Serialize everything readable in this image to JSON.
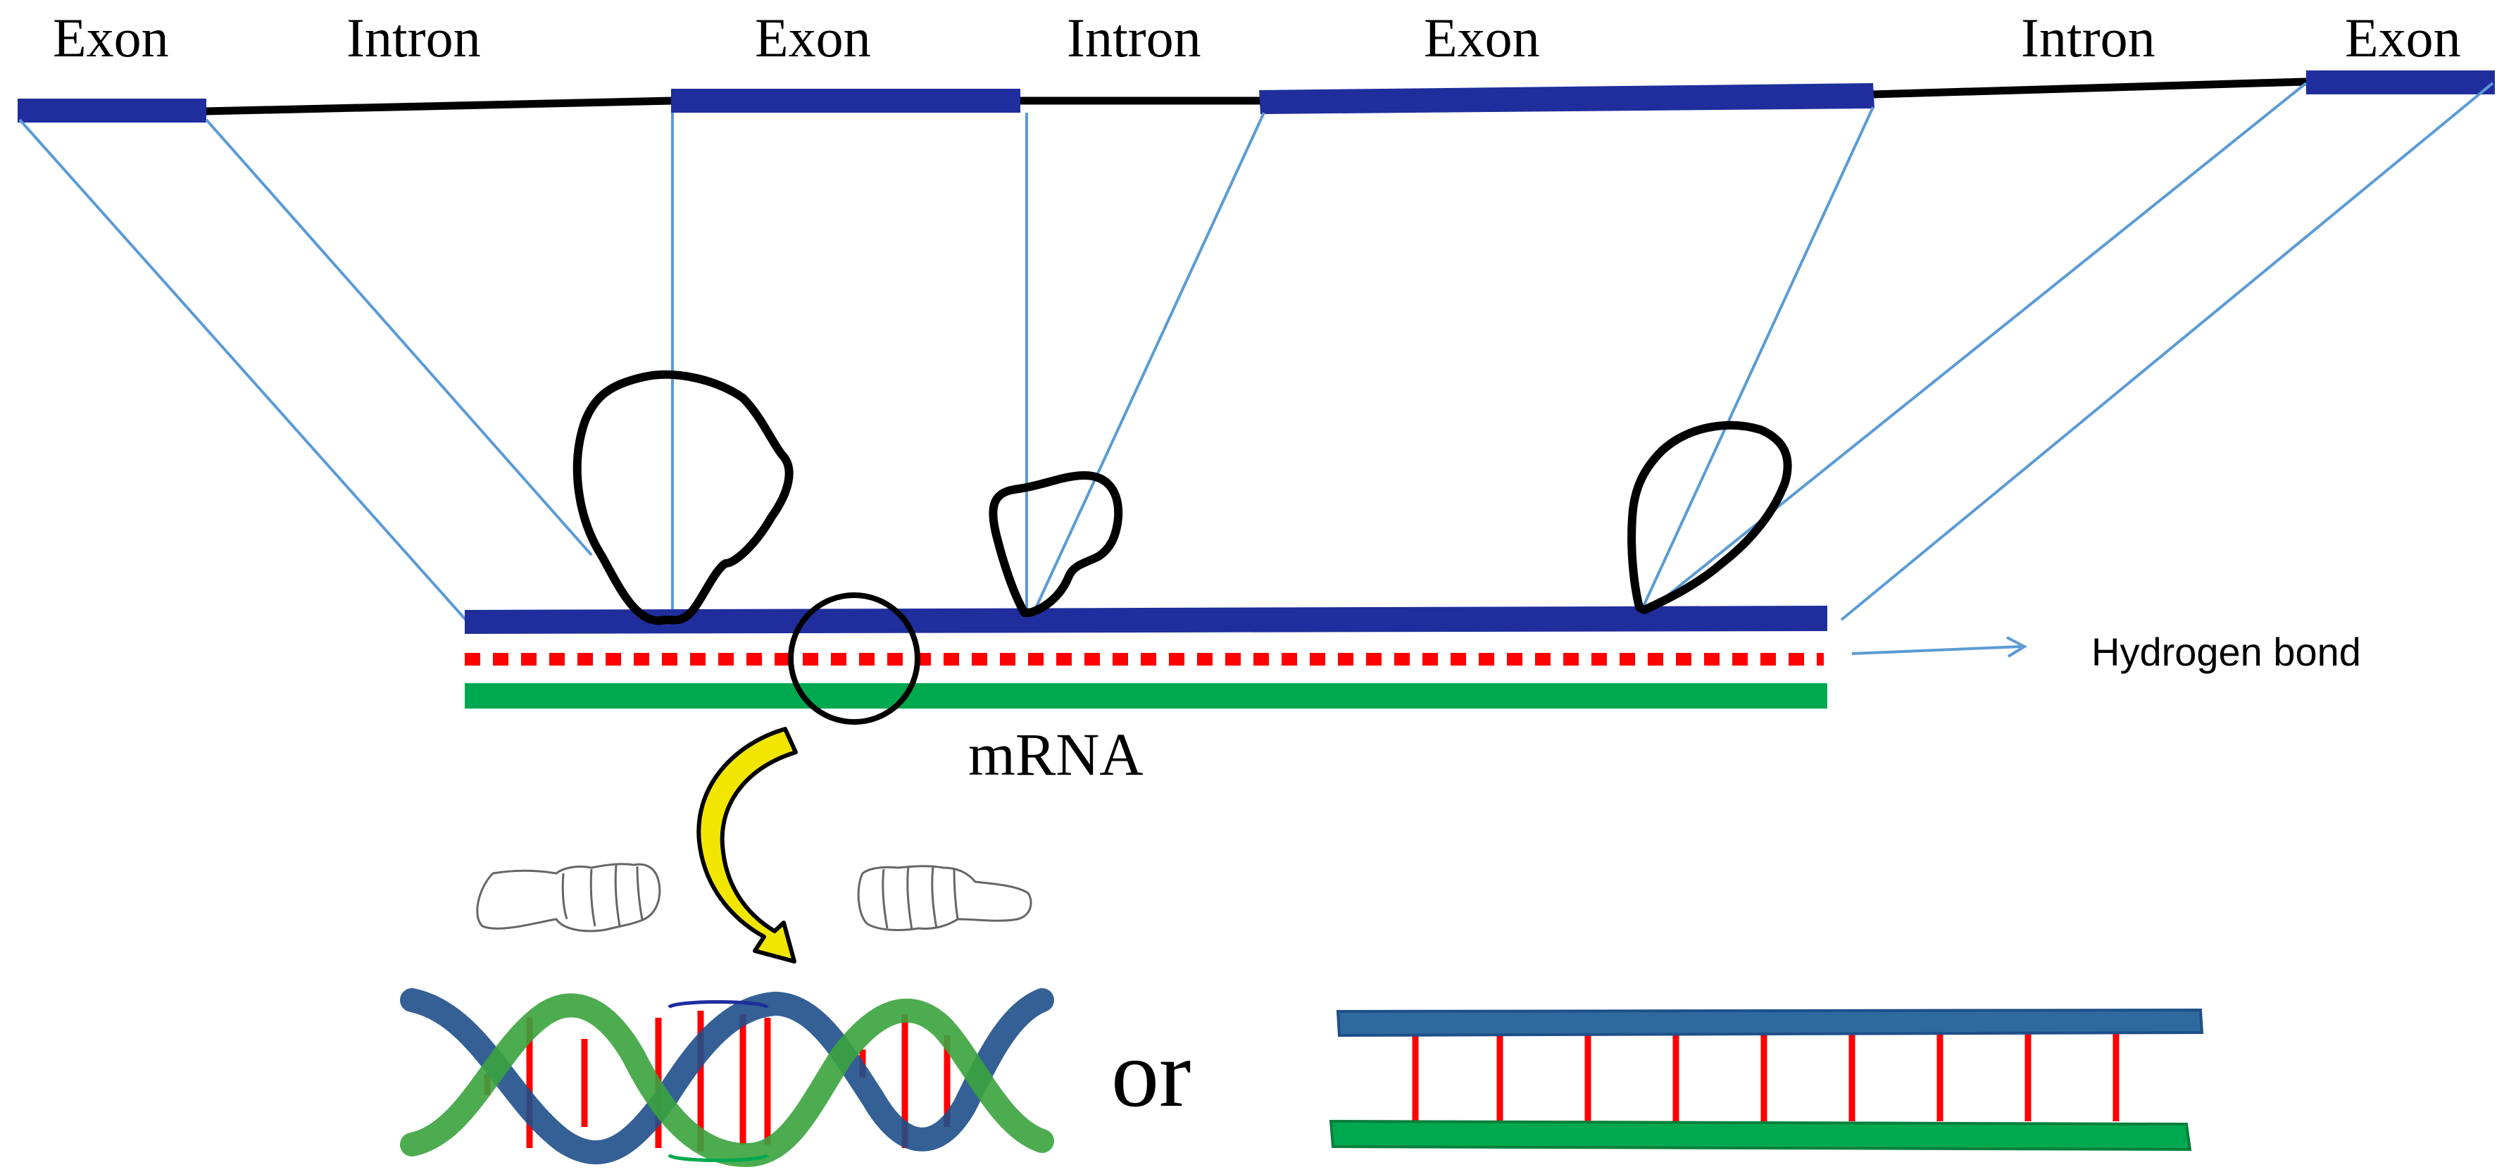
{
  "gene": {
    "segments": [
      {
        "id": "exon-1",
        "label": "Exon"
      },
      {
        "id": "intron-1",
        "label": "Intron"
      },
      {
        "id": "exon-2",
        "label": "Exon"
      },
      {
        "id": "intron-2",
        "label": "Intron"
      },
      {
        "id": "exon-3",
        "label": "Exon"
      },
      {
        "id": "intron-3",
        "label": "Intron"
      },
      {
        "id": "exon-4",
        "label": "Exon"
      }
    ]
  },
  "labels": {
    "hydrogen_bond": "Hydrogen bond",
    "mrna": "mRNA",
    "or": "or"
  },
  "colors": {
    "exon": "#1f2e9c",
    "intron": "#000000",
    "mapping_line": "#5b9bd5",
    "hydrogen_bond": "#ff0000",
    "mrna_strand": "#00a94f",
    "arrow_fill": "#f2e600",
    "ladder_top": "#2e6a9e",
    "ladder_bottom": "#00a94f",
    "ladder_rung": "#ff0000"
  },
  "icons": [
    "splicing-loop-icon",
    "scissors-enzyme-icon",
    "curved-arrow-icon",
    "double-helix-icon",
    "ladder-duplex-icon"
  ]
}
